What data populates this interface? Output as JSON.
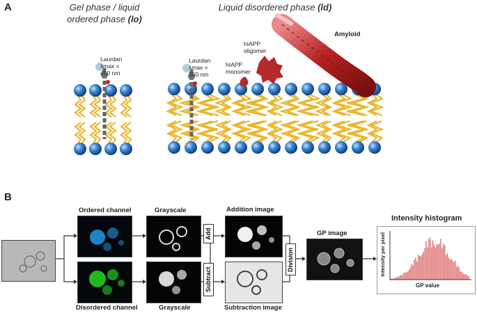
{
  "panel_a": {
    "label": "A",
    "gel_title_line1": "Gel phase / liquid",
    "gel_title_line2": "ordered phase ",
    "gel_title_abbr": "(lo)",
    "ld_title": "Liquid disordered phase ",
    "ld_title_abbr": "(ld)",
    "laurdan_left": {
      "name": "Laurdan",
      "lambda": "λmax =",
      "value": "450 nm"
    },
    "laurdan_right": {
      "name": "Laurdan",
      "lambda": "λmax =",
      "value": "500 nm"
    },
    "monomer_line1": "hIAPP",
    "monomer_line2": "monomer",
    "oligomer_line1": "hIAPP",
    "oligomer_line2": "oligomer",
    "amyloid": "Amyloid"
  },
  "panel_b": {
    "label": "B",
    "ordered_channel": "Ordered channel",
    "disordered_channel": "Disordered channel",
    "grayscale_top": "Grayscale",
    "grayscale_bottom": "Grayscale",
    "addition_image": "Addition image",
    "subtraction_image": "Subtraction image",
    "gp_image": "GP image",
    "add": "Add",
    "subtract": "Subtract",
    "division": "Division",
    "histogram_title": "Intensity histogram",
    "hist_ylabel": "Intensity per pixel",
    "hist_xlabel": "GP value"
  },
  "colors": {
    "head_blue": "#2f78c4",
    "tail_yellow": "#e8b830",
    "amyloid_red": "#a82020",
    "ordered_cyan": "#1f9be0",
    "disordered_green": "#22cc22",
    "histogram_bar": "#e07b7b"
  }
}
